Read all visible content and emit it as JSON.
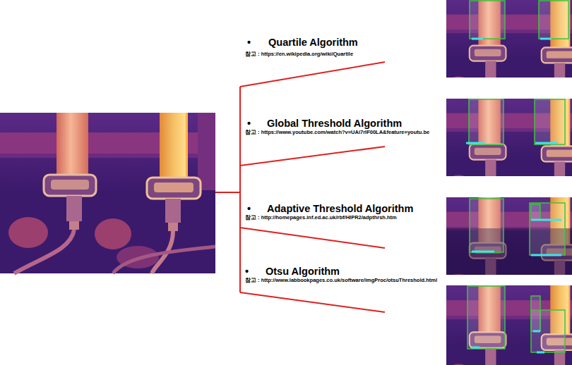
{
  "diagram": {
    "labels": [
      "•",
      "Quartile Algorithm",
      "참고 : https://en.wikipedia.org/wiki/Quartile",
      "•",
      "Global Threshold Algorithm",
      "참고 : https://www.youtube.com/watch?v=UAi7rIF00LA&feature=youtu.be",
      "•",
      "Adaptive Threshold Algorithm",
      "참고 : http://homepages.inf.ed.ac.uk/rbf/HIPR2/adpthrsh.htm",
      "•",
      "Otsu Algorithm",
      "참고 : http://www.labbookpages.co.uk/software/imgProc/otsuThreshold.html"
    ]
  }
}
